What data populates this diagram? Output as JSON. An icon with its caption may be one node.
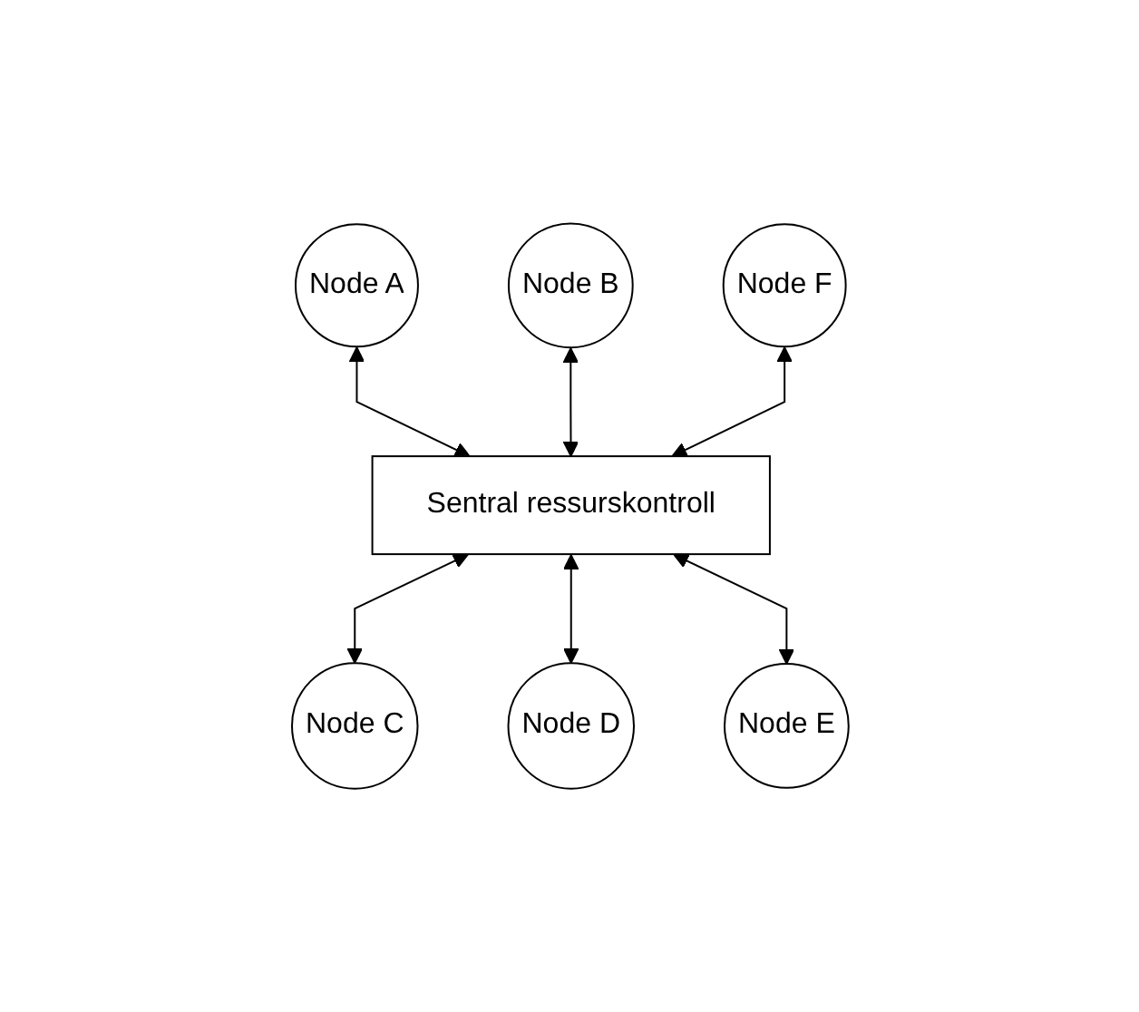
{
  "diagram": {
    "nodes": [
      {
        "text": [
          "Node A"
        ]
      },
      {
        "text": [
          "Node B"
        ]
      },
      {
        "text": [
          "Node F"
        ]
      },
      {
        "text": [
          "Sentral ressurskontroll"
        ]
      },
      {
        "text": [
          "Node C"
        ]
      },
      {
        "text": [
          "Node E"
        ]
      },
      {
        "text": [
          "Node D"
        ]
      }
    ],
    "edges": [
      {
        "from": 0,
        "to": 3,
        "arrow": "both"
      },
      {
        "from": 1,
        "to": 3,
        "arrow": "both"
      },
      {
        "from": 2,
        "to": 3,
        "arrow": "both"
      },
      {
        "from": 3,
        "to": 4,
        "arrow": "both"
      },
      {
        "from": 3,
        "to": 6,
        "arrow": "both"
      },
      {
        "from": 3,
        "to": 5,
        "arrow": "both"
      }
    ]
  }
}
